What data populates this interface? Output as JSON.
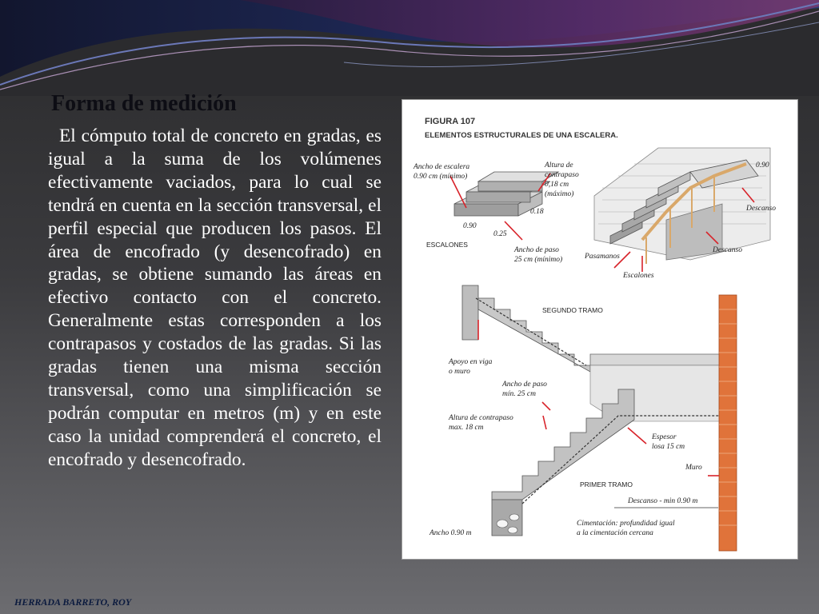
{
  "slide": {
    "heading": "Forma de medición",
    "body": "El cómputo total de concreto en gradas, es igual a la suma de los volúmenes efectivamente vaciados, para lo cual se tendrá en cuenta en la sección transversal, el perfil especial que producen los pasos. El área de encofrado (y desencofrado) en gradas, se obtiene sumando las áreas en efectivo contacto con el concreto. Generalmente estas corresponden a los contrapasos y costados de las gradas. Si las gradas tienen una misma sección transversal, como una simplificación se podrán computar en metros (m) y en este caso la unidad comprenderá el concreto, el encofrado y desencofrado.",
    "footer": "HERRADA BARRETO, ROY"
  },
  "figure": {
    "number": "FIGURA 107",
    "title": "ELEMENTOS ESTRUCTURALES DE UNA ESCALERA.",
    "labels": {
      "ancho_escalera_1": "Ancho de escalera",
      "ancho_escalera_2": "0.90 cm (mínimo)",
      "altura_contrapaso_1": "Altura de",
      "altura_contrapaso_2": "contrapaso",
      "altura_contrapaso_3": "0,18 cm",
      "altura_contrapaso_4": "(máximo)",
      "dim_018": "0.18",
      "dim_090": "0.90",
      "dim_025": "0.25",
      "escalones_small": "ESCALONES",
      "ancho_paso_1": "Ancho de paso",
      "ancho_paso_2": "25 cm (mínimo)",
      "dim_090_top": "0.90",
      "descanso_right": "Descanso",
      "descanso_mid": "Descanso",
      "pasamanos": "Pasamanos",
      "escalones": "Escalones",
      "segundo_tramo": "SEGUNDO TRAMO",
      "apoyo_1": "Apoyo en viga",
      "apoyo_2": "o muro",
      "ancho_paso_min_1": "Ancho de paso",
      "ancho_paso_min_2": "mín. 25 cm",
      "altura_max_1": "Altura de contrapaso",
      "altura_max_2": "max. 18 cm",
      "espesor_1": "Espesor",
      "espesor_2": "losa 15 cm",
      "muro": "Muro",
      "primer_tramo": "PRIMER TRAMO",
      "descanso_min": "Descanso - min 0.90 m",
      "cimentacion_1": "Cimentación: profundidad igual",
      "cimentacion_2": "a la cimentación cercana",
      "ancho_090": "Ancho 0.90 m"
    }
  },
  "colors": {
    "heading": "#0d0d14",
    "body_text": "#ffffff",
    "footer": "#0b1a3e",
    "brick": "#e0733a",
    "handrail": "#d9a86a",
    "arrow": "#d8232a"
  }
}
